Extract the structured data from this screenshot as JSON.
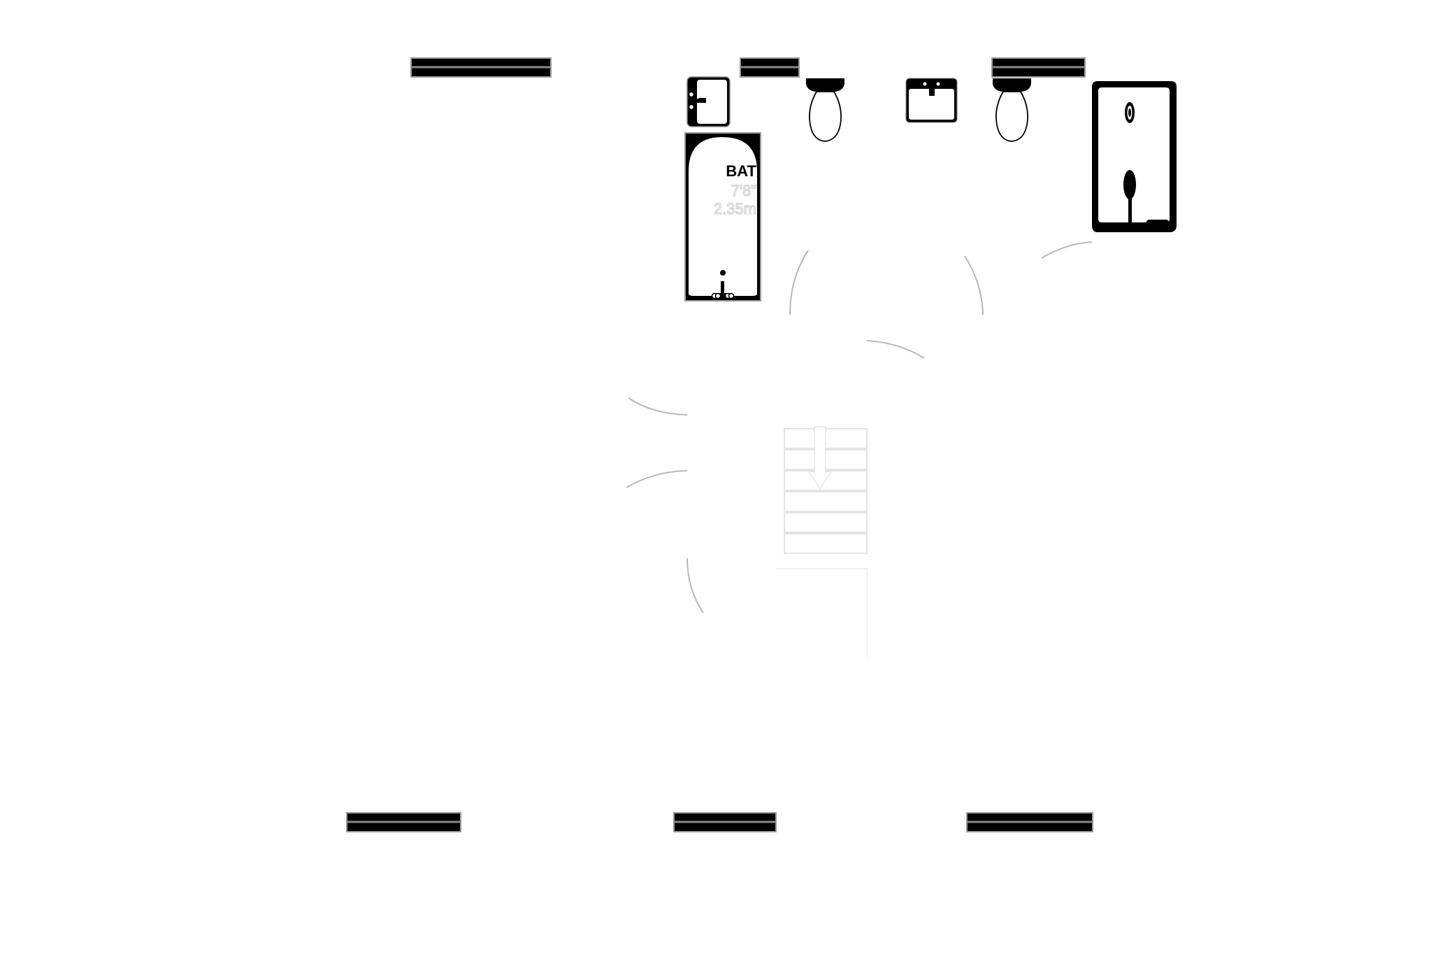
{
  "plan": {
    "type": "floor-plan",
    "background": "#ffffff",
    "wall_color": "#000000",
    "arc_color": "#b8b8b8",
    "stair_line_color": "#dcdcdc"
  },
  "rooms": [
    {
      "id": "bath",
      "name": "BAT",
      "dimension_imperial": "7'8\"",
      "dimension_metric": "2.35m"
    }
  ],
  "fixtures": [
    {
      "type": "window",
      "name": "window-top-left"
    },
    {
      "type": "window",
      "name": "window-top-middle"
    },
    {
      "type": "window",
      "name": "window-top-right"
    },
    {
      "type": "window",
      "name": "window-bottom-left"
    },
    {
      "type": "window",
      "name": "window-bottom-middle"
    },
    {
      "type": "window",
      "name": "window-bottom-right"
    },
    {
      "type": "sink",
      "name": "sink-small"
    },
    {
      "type": "bathtub",
      "name": "bathtub"
    },
    {
      "type": "toilet",
      "name": "toilet-left"
    },
    {
      "type": "sink",
      "name": "sink-center"
    },
    {
      "type": "toilet",
      "name": "toilet-right"
    },
    {
      "type": "shower",
      "name": "shower"
    },
    {
      "type": "stairs",
      "name": "stairs",
      "direction": "down",
      "steps": 6
    }
  ],
  "doors": [
    {
      "name": "door-arc-1"
    },
    {
      "name": "door-arc-2"
    },
    {
      "name": "door-arc-3"
    },
    {
      "name": "door-arc-4"
    },
    {
      "name": "door-arc-5"
    },
    {
      "name": "door-arc-6"
    },
    {
      "name": "door-arc-7"
    }
  ]
}
